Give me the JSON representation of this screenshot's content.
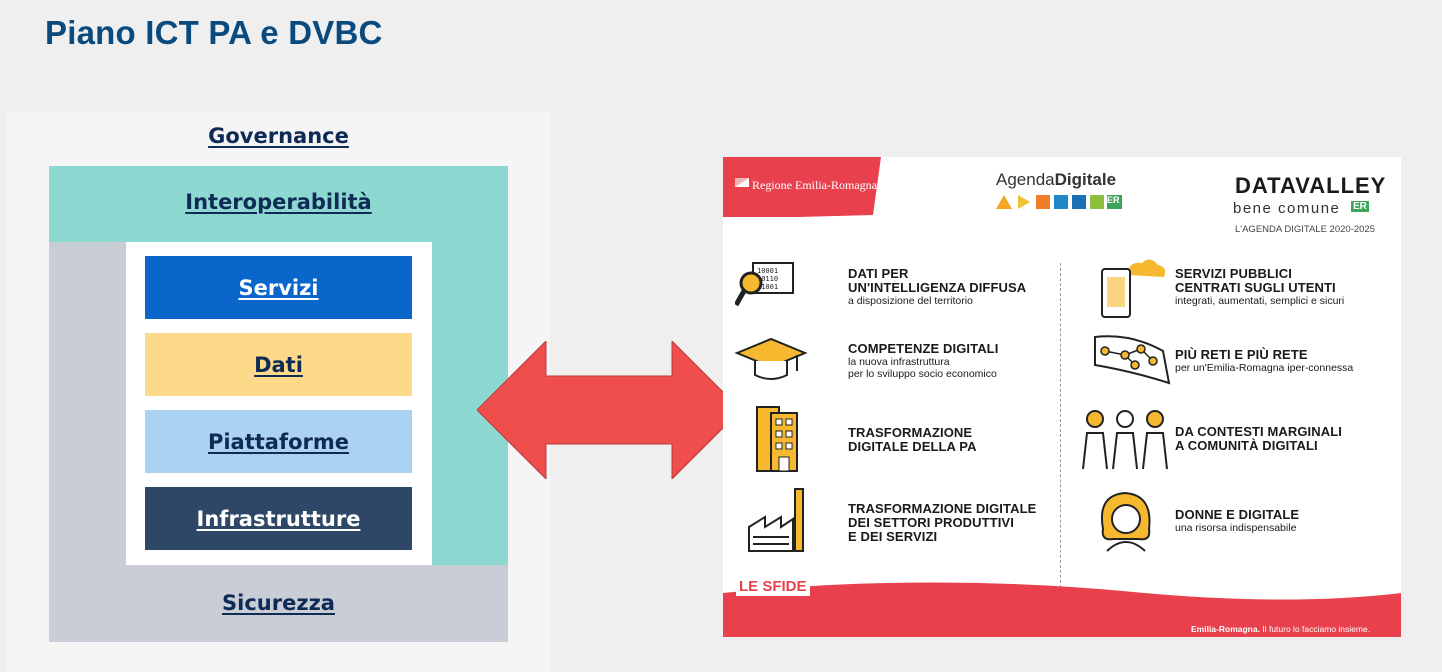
{
  "page_title": "Piano ICT PA e DVBC",
  "diagram": {
    "governance": "Governance",
    "interoperabilita": "Interoperabilità",
    "layers": [
      {
        "label": "Servizi",
        "bg": "#0b66cc",
        "fg": "#ffffff"
      },
      {
        "label": "Dati",
        "bg": "#fdd98a",
        "fg": "#0e2a55"
      },
      {
        "label": "Piattaforme",
        "bg": "#abd2f0",
        "fg": "#0e2a55"
      },
      {
        "label": "Infrastrutture",
        "bg": "#2e4766",
        "fg": "#ffffff"
      }
    ],
    "sicurezza": "Sicurezza"
  },
  "arrow_color": "#f04d4d",
  "poster": {
    "region_logo": "Regione Emilia-Romagna",
    "agenda_logo": {
      "prefix": "Agenda",
      "bold": "Digitale",
      "badge": "ER"
    },
    "datavalley": {
      "title": "DATAVALLEY",
      "subtitle": "bene comune",
      "badge": "ER",
      "caption": "L'AGENDA DIGITALE 2020-2025"
    },
    "left_items": [
      {
        "title": "DATI PER\nUN'INTELLIGENZA DIFFUSA",
        "sub": "a disposizione del territorio",
        "icon": "data-magnifier-icon"
      },
      {
        "title": "COMPETENZE DIGITALI",
        "sub": "la nuova infrastruttura\nper lo sviluppo socio economico",
        "icon": "graduation-cap-icon"
      },
      {
        "title": "TRASFORMAZIONE\nDIGITALE DELLA PA",
        "sub": "",
        "icon": "building-icon"
      },
      {
        "title": "TRASFORMAZIONE DIGITALE\nDEI SETTORI PRODUTTIVI\nE DEI SERVIZI",
        "sub": "",
        "icon": "factory-icon"
      }
    ],
    "right_items": [
      {
        "title": "SERVIZI PUBBLICI\nCENTRATI SUGLI UTENTI",
        "sub": "integrati, aumentati, semplici e sicuri",
        "icon": "smartphone-cloud-icon"
      },
      {
        "title": "PIÙ RETI E PIÙ RETE",
        "sub": "per un'Emilia-Romagna iper-connessa",
        "icon": "network-map-icon"
      },
      {
        "title": "DA CONTESTI MARGINALI\nA COMUNITÀ DIGITALI",
        "sub": "",
        "icon": "people-icon"
      },
      {
        "title": "DONNE E DIGITALE",
        "sub": "una risorsa indispensabile",
        "icon": "woman-icon"
      }
    ],
    "le_sfide": "LE SFIDE",
    "footer_bold": "Emilia-Romagna.",
    "footer_rest": "Il futuro lo facciamo insieme."
  }
}
